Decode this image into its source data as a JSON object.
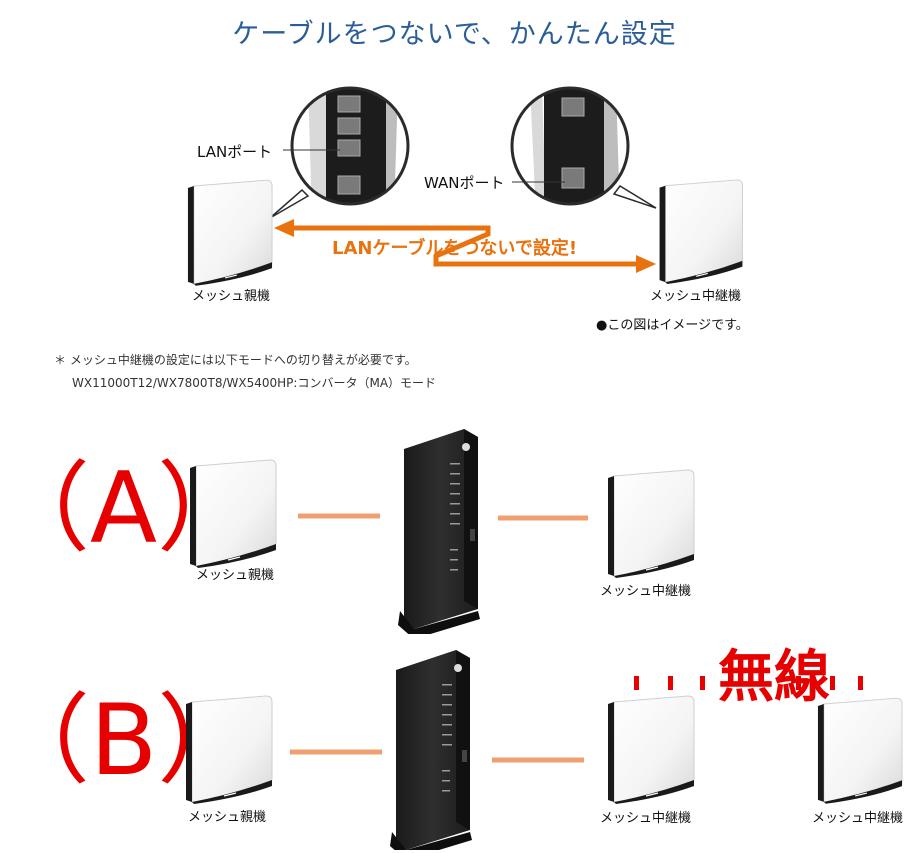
{
  "title": "ケーブルをつないで、かんたん設定",
  "top_diagram": {
    "lan_port_label": "LANポート",
    "wan_port_label": "WANポート",
    "cable_instruction": "LANケーブルをつないで設定!",
    "parent_label": "メッシュ親機",
    "repeater_label": "メッシュ中継機",
    "image_note": "●この図はイメージです。"
  },
  "notes": {
    "line1": "＊ メッシュ中継機の設定には以下モードへの切り替えが必要です。",
    "line2": "WX11000T12/WX7800T8/WX5400HP:コンバータ（MA）モード"
  },
  "config_a": {
    "marker": "（A）",
    "parent_label": "メッシュ親機",
    "repeater_label": "メッシュ中継機"
  },
  "config_b": {
    "marker": "（B）",
    "parent_label": "メッシュ親機",
    "repeater_label": "メッシュ中継機",
    "repeater2_label": "メッシュ中継機",
    "wireless_label": "無線"
  },
  "colors": {
    "title": "#2b5e97",
    "orange_line": "#f0a070",
    "orange_arrow": "#e8730e",
    "red": "#e60000"
  }
}
